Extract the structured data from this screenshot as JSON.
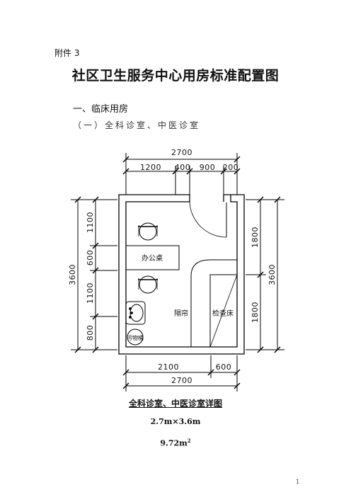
{
  "document": {
    "attachment_label": "附件 3",
    "title": "社区卫生服务中心用房标准配置图",
    "section_heading": "一、临床用房",
    "subsection_heading": "（一）全科诊室、中医诊室"
  },
  "drawing": {
    "top_total_dim": "2700",
    "top_dims": [
      "1200",
      "400",
      "900",
      "200"
    ],
    "bottom_dims": [
      "2100",
      "600"
    ],
    "bottom_total_dim": "2700",
    "left_total_dim": "3600",
    "left_dims": [
      "1100",
      "600",
      "1100",
      "800"
    ],
    "right_dims": [
      "1800",
      "1800"
    ],
    "right_total_dim": "3600",
    "labels": {
      "desk": "办公桌",
      "curtain": "隔帘",
      "exam_bed": "检查床",
      "waste_bin": "污物桶"
    }
  },
  "caption": {
    "figure_title": "全科诊室、中医诊室详图",
    "size": "2.7m×3.6m",
    "area_value": "9.72m",
    "area_superscript": "2"
  },
  "page_number": "1"
}
